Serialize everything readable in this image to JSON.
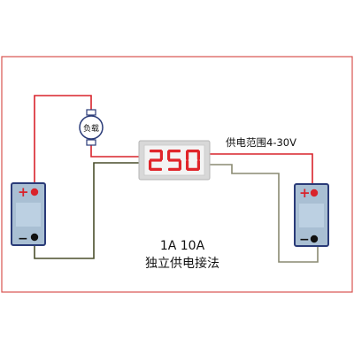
{
  "colors": {
    "background": "#ffffff",
    "frame": "#d9534f",
    "wire_red": "#d9232b",
    "wire_dark": "#4a4f2c",
    "wire_tan": "#8a8a72",
    "battery_fill": "#a9bfd3",
    "battery_border": "#2a3b78",
    "battery_inner": "#bcd0e2",
    "meter_body": "#d8d8d8",
    "meter_screen": "#f3f3f3",
    "segment_red": "#e0252a",
    "text": "#111111"
  },
  "diagram": {
    "load_label": "负载",
    "meter_display": "250",
    "supply_range_label": "供电范围4-30V",
    "caption_line1": "1A 10A",
    "caption_line2": "独立供电接法",
    "battery_left": {
      "plus": "+",
      "minus": "−"
    },
    "battery_right": {
      "plus": "+",
      "minus": "−"
    }
  }
}
